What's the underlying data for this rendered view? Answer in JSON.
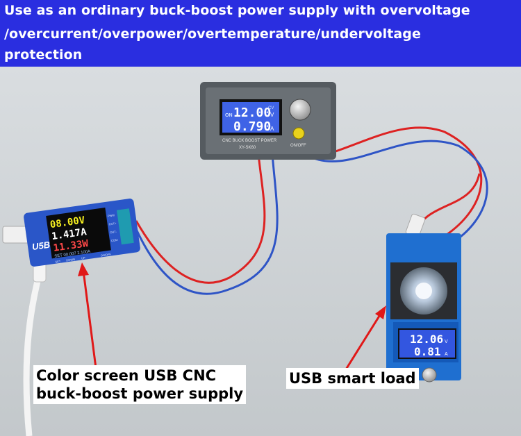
{
  "banner": {
    "line1": "Use as an ordinary buck-boost power supply with overvoltage",
    "line2": "/overcurrent/overpower/overtemperature/undervoltage",
    "line3": "protection"
  },
  "devices": {
    "center_module": {
      "voltage": "12.00",
      "voltage_unit": "V",
      "current": "0.790",
      "current_unit": "A",
      "on_label": "ON",
      "cv_label": "CV",
      "caption": "CNC BUCK BOOST POWER",
      "model": "XY-SK60",
      "button_label": "ON/OFF"
    },
    "usb_supply": {
      "voltage": "08.00V",
      "current": "1.417A",
      "power": "11.33W",
      "bottom_text": "SET 00.007 2.100A",
      "logo": "U5B",
      "pin_labels": [
        "PWM",
        "OUT+",
        "OUT-",
        "COM"
      ],
      "button_labels": [
        "SET",
        "DOWN",
        "UP",
        "ON/OFF"
      ]
    },
    "usb_load": {
      "voltage": "12.06",
      "voltage_unit": "V",
      "current": "0.81",
      "current_unit": "A"
    }
  },
  "callouts": {
    "left_line1": "Color screen USB CNC",
    "left_line2": "buck-boost power supply",
    "right": "USB smart load"
  },
  "colors": {
    "banner": "#2a2ee0",
    "lcd_blue": "#2f4fd8",
    "arrow_red": "#e01818"
  }
}
